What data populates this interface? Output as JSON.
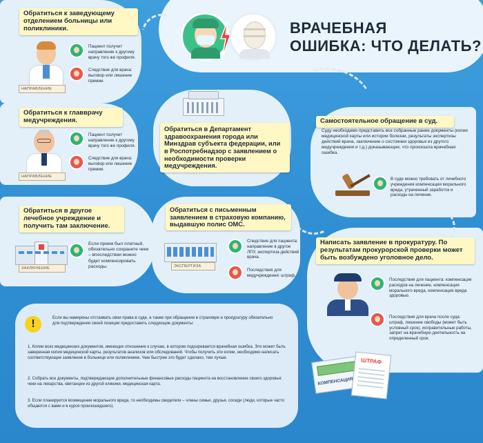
{
  "title": {
    "line1": "ВРАЧЕБНАЯ",
    "line2": "ОШИБКА: ЧТО ДЕЛАТЬ?"
  },
  "step1": {
    "heading": "Обратиться к заведующему отделением больницы или поликлиники.",
    "tag": "НАПРАВЛЕНИЕ",
    "patient": "Пациент получит направление к другому врачу того же профиля.",
    "doctor": "Следствие для врача: выговор или лишение премии."
  },
  "step2": {
    "heading": "Обратиться к главврачу медучреждения.",
    "tag": "НАПРАВЛЕНИЕ",
    "patient": "Пациент получит направление к другому врачу того же профиля.",
    "doctor": "Следствие для врача: выговор или лишение премии."
  },
  "step3": {
    "heading": "Обратиться в другое лечебное учреждение и получить там заключение.",
    "tag": "ЗАКЛЮЧЕНИЕ",
    "note": "Если прием был платный, обязательно сохраните чеки – впоследствии можно будет компенсировать расходы."
  },
  "department": {
    "heading": "Обратиться в Департамент здравоохранения города или Минздрав субъекта федерации, или в Роспотребнадзор с заявлением о необходимости проверки медучреждения."
  },
  "insurance": {
    "heading": "Обратиться с письменным заявлением в страховую компанию, выдавшую полис ОМС.",
    "tag": "ЭКСПЕРТИЗА",
    "patient": "Следствие для пациента: направление в другое ЛПУ, экспертиза действий врача.",
    "clinic": "Последствия для медучреждения: штраф."
  },
  "court": {
    "heading": "Самостоятельное обращение в суд.",
    "text": "Суду необходимо представить все собранные ранее документы (копии медицинской карты или истории болезни, результаты экспертизы действий врача, заключение о состоянии здоровья из другого медучреждения и т.д.)  доказывающие, что произошла врачебная ошибка.",
    "result": "В суде можно требовать от лечебного учреждения компенсации морального вреда, утраченный заработок и расходы на лечение."
  },
  "prosecutor": {
    "heading": "Написать заявление в прокуратуру. По результатам прокурорской проверки может быть возбуждено уголовное дело.",
    "patient": "Последствия для пациента: компенсация расходов на лечение, компенсация морального вреда, компенсация вреда здоровью.",
    "doctor": "Последствия для врача после суда: штраф, лишение свободы (может быть условный срок), исправительные работы, запрет на врачебную деятельность на определенный срок.",
    "comp_label": "КОМПЕНСАЦИЯ",
    "fine_label": "ШТРАФ"
  },
  "info": {
    "icon": "!",
    "intro": "Если вы намерены отстаивать свои права в суде, а также при обращении в страховую и прокуратуру обязательно для подтверждения своей позиции предоставить следующие документы:",
    "p1": "1. Копии всех медицинских документов, имеющих отношение к случаю, в котором подозревается врачебная ошибка. Это может быть заверенная копия медицинской карты, результатов анализов или обследований. Чтобы получить эти копии, необходимо написать соответствующее заявление в больнице или поликлинике. Чем быстрее это будет сделано, тем лучше.",
    "p2": "2. Собрать все документы, подтверждающие дополнительные финансовые расходы пациента на восстановление своего здоровья: чеки на лекарства, квитанции из другой клиники, медицинская карта.",
    "p3": "3. Если планируется возмещение морального вреда, то необходимы свидетели – члены семьи, друзья, соседи (люди, которые часто общаются с вами и в курсе произошедшего)."
  },
  "colors": {
    "background": "#2f8ed3",
    "card": "#fff7c4",
    "cloud": "#e9f4fc",
    "green": "#2bb673",
    "red": "#e8574d"
  }
}
